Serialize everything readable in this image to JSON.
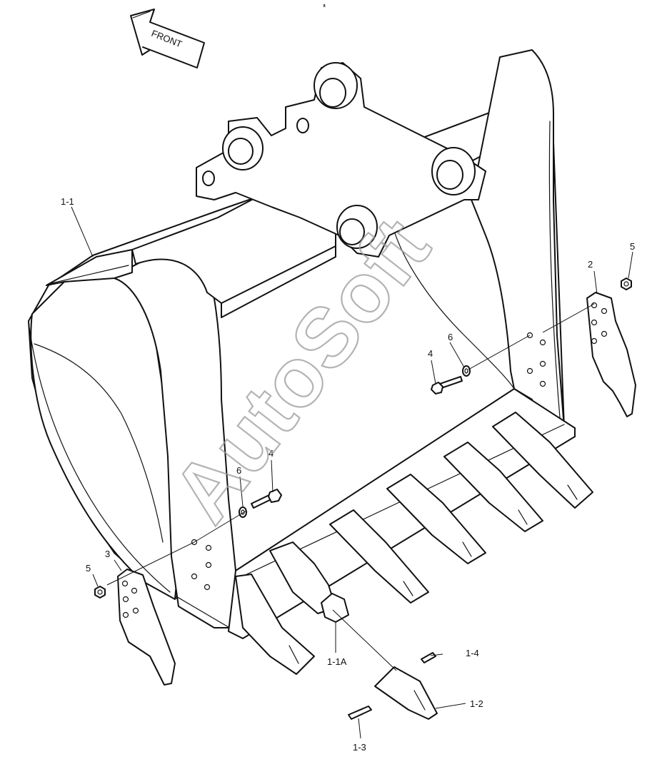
{
  "diagram": {
    "front_label": "FRONT",
    "watermark": "AutoSoft",
    "top_mark": "ᴥ",
    "callouts": [
      {
        "id": "c-1-1",
        "text": "1-1"
      },
      {
        "id": "c-2",
        "text": "2"
      },
      {
        "id": "c-5-right",
        "text": "5"
      },
      {
        "id": "c-6-right",
        "text": "6"
      },
      {
        "id": "c-4-right",
        "text": "4"
      },
      {
        "id": "c-4-center",
        "text": "4"
      },
      {
        "id": "c-6-center",
        "text": "6"
      },
      {
        "id": "c-3",
        "text": "3"
      },
      {
        "id": "c-5-left",
        "text": "5"
      },
      {
        "id": "c-1-1A",
        "text": "1-1A"
      },
      {
        "id": "c-1-4",
        "text": "1-4"
      },
      {
        "id": "c-1-2",
        "text": "1-2"
      },
      {
        "id": "c-1-3",
        "text": "1-3"
      }
    ]
  }
}
